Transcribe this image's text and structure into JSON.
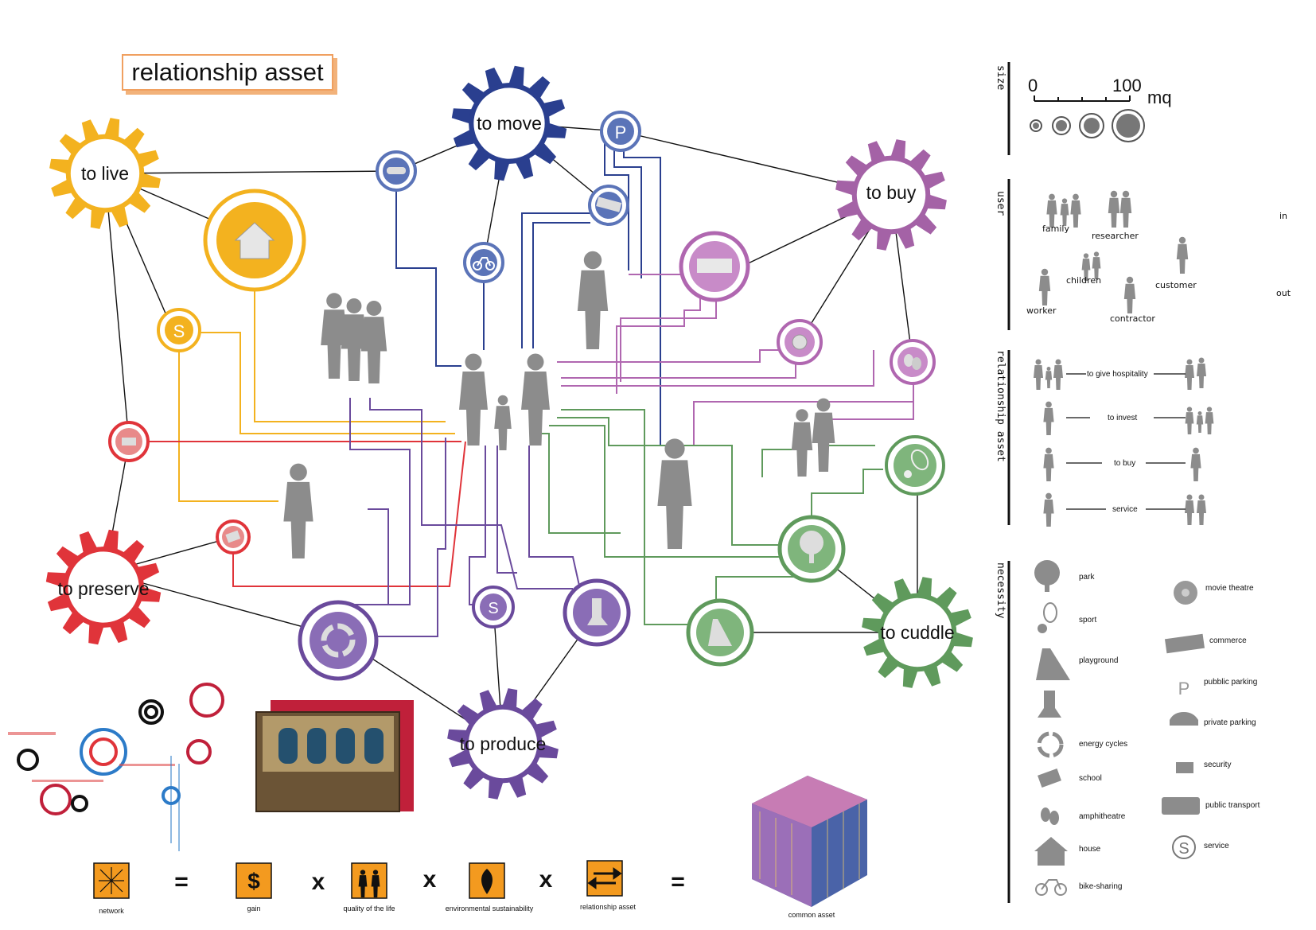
{
  "title": "relationship asset",
  "gears": {
    "live": "to live",
    "move": "to move",
    "buy": "to buy",
    "preserve": "to preserve",
    "produce": "to produce",
    "cuddle": "to cuddle"
  },
  "legend": {
    "size": {
      "heading": "size",
      "min": "0",
      "max": "100",
      "unit": "mq"
    },
    "user": {
      "heading": "user",
      "in": "in",
      "out": "out",
      "labels": [
        "family",
        "researcher",
        "children",
        "customer",
        "worker",
        "contractor"
      ]
    },
    "relationship": {
      "heading": "relationship asset",
      "items": [
        "to give hospitality",
        "to invest",
        "to buy",
        "service"
      ]
    },
    "necessity": {
      "heading": "necessity",
      "left": [
        "park",
        "sport",
        "playground",
        "energy cycles",
        "school",
        "amphitheatre",
        "house",
        "bike-sharing"
      ],
      "right": [
        "movie theatre",
        "commerce",
        "pubblic parking",
        "private parking",
        "security",
        "public transport",
        "service"
      ]
    }
  },
  "formula": {
    "labels": [
      "network",
      "gain",
      "quality of the life",
      "environmental sustainability",
      "relationship asset"
    ],
    "result": "common asset",
    "eq": "=",
    "times": "x"
  },
  "colors": {
    "live": "#f3b21f",
    "move": "#2a3f8f",
    "buy": "#a462a6",
    "preserve": "#e0343a",
    "produce": "#6a4a9c",
    "cuddle": "#5f9a5c",
    "formula_box": "#f39a1f"
  }
}
